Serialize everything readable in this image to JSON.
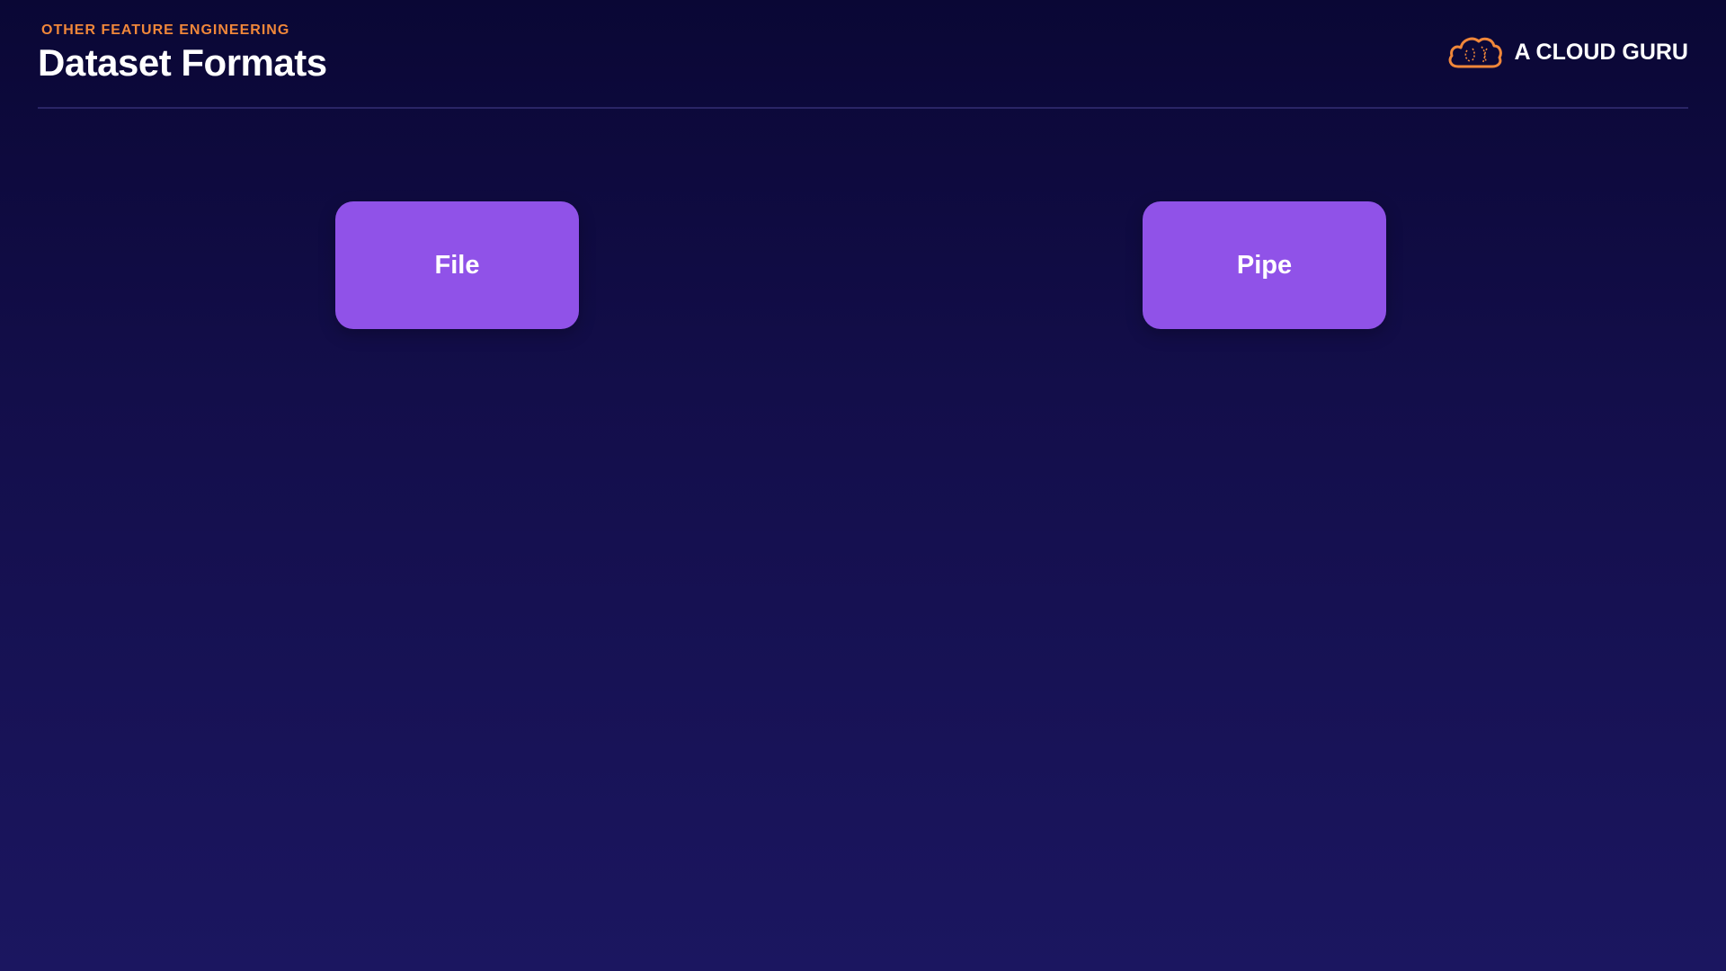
{
  "slide": {
    "section_label": "OTHER FEATURE ENGINEERING",
    "title": "Dataset Formats"
  },
  "brand": {
    "name": "A CLOUD GURU",
    "logo_icon": "cloud-guru-logo-icon",
    "accent_color": "#f0873a"
  },
  "cards": [
    {
      "label": "File"
    },
    {
      "label": "Pipe"
    }
  ],
  "colors": {
    "background_top": "#0a0735",
    "background_bottom": "#1b1660",
    "card": "#9052e8",
    "accent": "#f0873a"
  }
}
